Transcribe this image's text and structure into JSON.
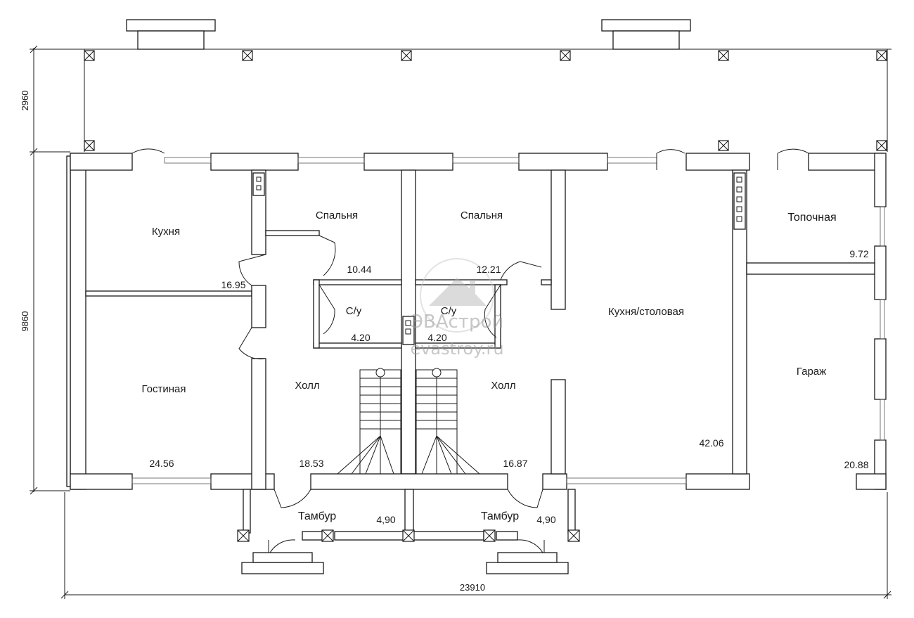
{
  "rooms": {
    "kitchen_left": "Кухня",
    "kitchen_left_area": "16.95",
    "bedroom_1": "Спальня",
    "bedroom_1_area": "10.44",
    "bedroom_2": "Спальня",
    "bedroom_2_area": "12.21",
    "wc_1": "С/у",
    "wc_1_area": "4.20",
    "wc_2": "С/у",
    "wc_2_area": "4.20",
    "living": "Гостиная",
    "living_area": "24.56",
    "hall_1": "Холл",
    "hall_1_area": "18.53",
    "hall_2": "Холл",
    "hall_2_area": "16.87",
    "kitchen_dining": "Кухня/столовая",
    "kitchen_dining_area": "42.06",
    "boiler": "Топочная",
    "boiler_area": "9.72",
    "garage": "Гараж",
    "garage_area": "20.88",
    "vestibule_1": "Тамбур",
    "vestibule_1_area": "4,90",
    "vestibule_2": "Тамбур",
    "vestibule_2_area": "4,90"
  },
  "dimensions": {
    "terrace_depth": "2960",
    "house_depth": "9860",
    "total_width": "23910"
  },
  "watermark": {
    "brand": "ЭВАстрой",
    "site": "evastroy.ru"
  }
}
